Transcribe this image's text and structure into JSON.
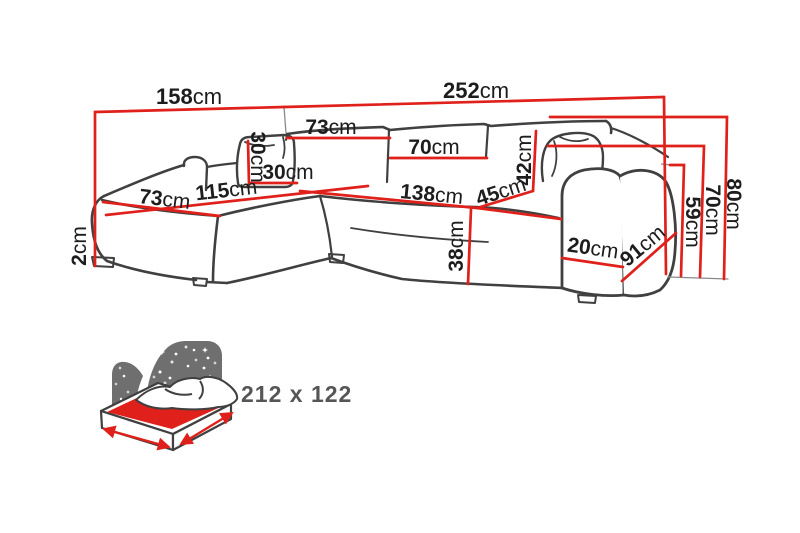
{
  "diagram": {
    "kind": "corner-sofa dimension drawing",
    "dimensions": {
      "total_width_left": {
        "value": "158",
        "unit": "cm"
      },
      "total_width_right": {
        "value": "252",
        "unit": "cm"
      },
      "back_cushion_left": {
        "value": "73",
        "unit": "cm"
      },
      "back_cushion_right": {
        "value": "70",
        "unit": "cm"
      },
      "pillow_height": {
        "value": "30",
        "unit": "cm"
      },
      "pillow_width": {
        "value": "30",
        "unit": "cm"
      },
      "chaise_length": {
        "value": "115",
        "unit": "cm"
      },
      "chaise_width": {
        "value": "73",
        "unit": "cm"
      },
      "seat_length": {
        "value": "138",
        "unit": "cm"
      },
      "seat_diagonal": {
        "value": "45",
        "unit": "cm"
      },
      "cushion_stack": {
        "value": "42",
        "unit": "cm"
      },
      "seat_height": {
        "value": "38",
        "unit": "cm"
      },
      "armrest_width": {
        "value": "20",
        "unit": "cm"
      },
      "armrest_depth": {
        "value": "91",
        "unit": "cm"
      },
      "armrest_height": {
        "value": "59",
        "unit": "cm"
      },
      "backrest_height": {
        "value": "70",
        "unit": "cm"
      },
      "total_height": {
        "value": "80",
        "unit": "cm"
      },
      "leg_height": {
        "value": "2",
        "unit": "cm"
      }
    },
    "sleeping_area": {
      "text": "212 x 122"
    },
    "icons": {
      "sleeping_function": "bed-with-starry-headboard-and-size-arrows"
    },
    "colors": {
      "dimension_red": "#e0201a",
      "outline_gray": "#404040",
      "projection_gray": "#8a8a8a",
      "headboard_gray": "#6f6f6f",
      "label_black": "#1d1d1d",
      "sleeping_text_gray": "#565656",
      "background": "#ffffff"
    }
  }
}
